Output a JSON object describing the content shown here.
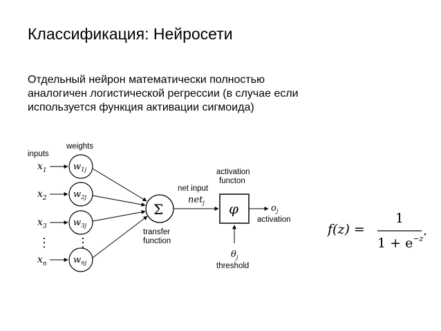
{
  "slide": {
    "title": "Классификация: Нейросети",
    "body_lines": [
      "Отдельный нейрон математически полностью",
      "аналогичен логистической регрессии (в случае если",
      "используется функция активации сигмоида)"
    ]
  },
  "diagram": {
    "inputs_label": "inputs",
    "weights_label": "weights",
    "inputs": [
      {
        "base": "x",
        "sub": "1"
      },
      {
        "base": "x",
        "sub": "2"
      },
      {
        "base": "x",
        "sub": "3"
      },
      {
        "base": "x",
        "sub": "n"
      }
    ],
    "weights": [
      {
        "base": "w",
        "sub": "1j"
      },
      {
        "base": "w",
        "sub": "2j"
      },
      {
        "base": "w",
        "sub": "3j"
      },
      {
        "base": "w",
        "sub": "nj"
      }
    ],
    "ellipsis": "⋮",
    "sum_symbol": "Σ",
    "transfer_label_line1": "transfer",
    "transfer_label_line2": "function",
    "net_input_label": "net input",
    "net_symbol": {
      "base": "net",
      "sub": "j"
    },
    "activation_symbol": "φ",
    "activation_label_line1": "activation",
    "activation_label_line2": "functon",
    "output_symbol": {
      "base": "o",
      "sub": "j"
    },
    "output_label": "activation",
    "threshold_symbol": {
      "base": "θ",
      "sub": "j"
    },
    "threshold_label": "threshold"
  },
  "formula": {
    "lhs": "f(z) =",
    "numerator": "1",
    "denominator_prefix": "1 + e",
    "exponent": "−z",
    "period": "."
  }
}
